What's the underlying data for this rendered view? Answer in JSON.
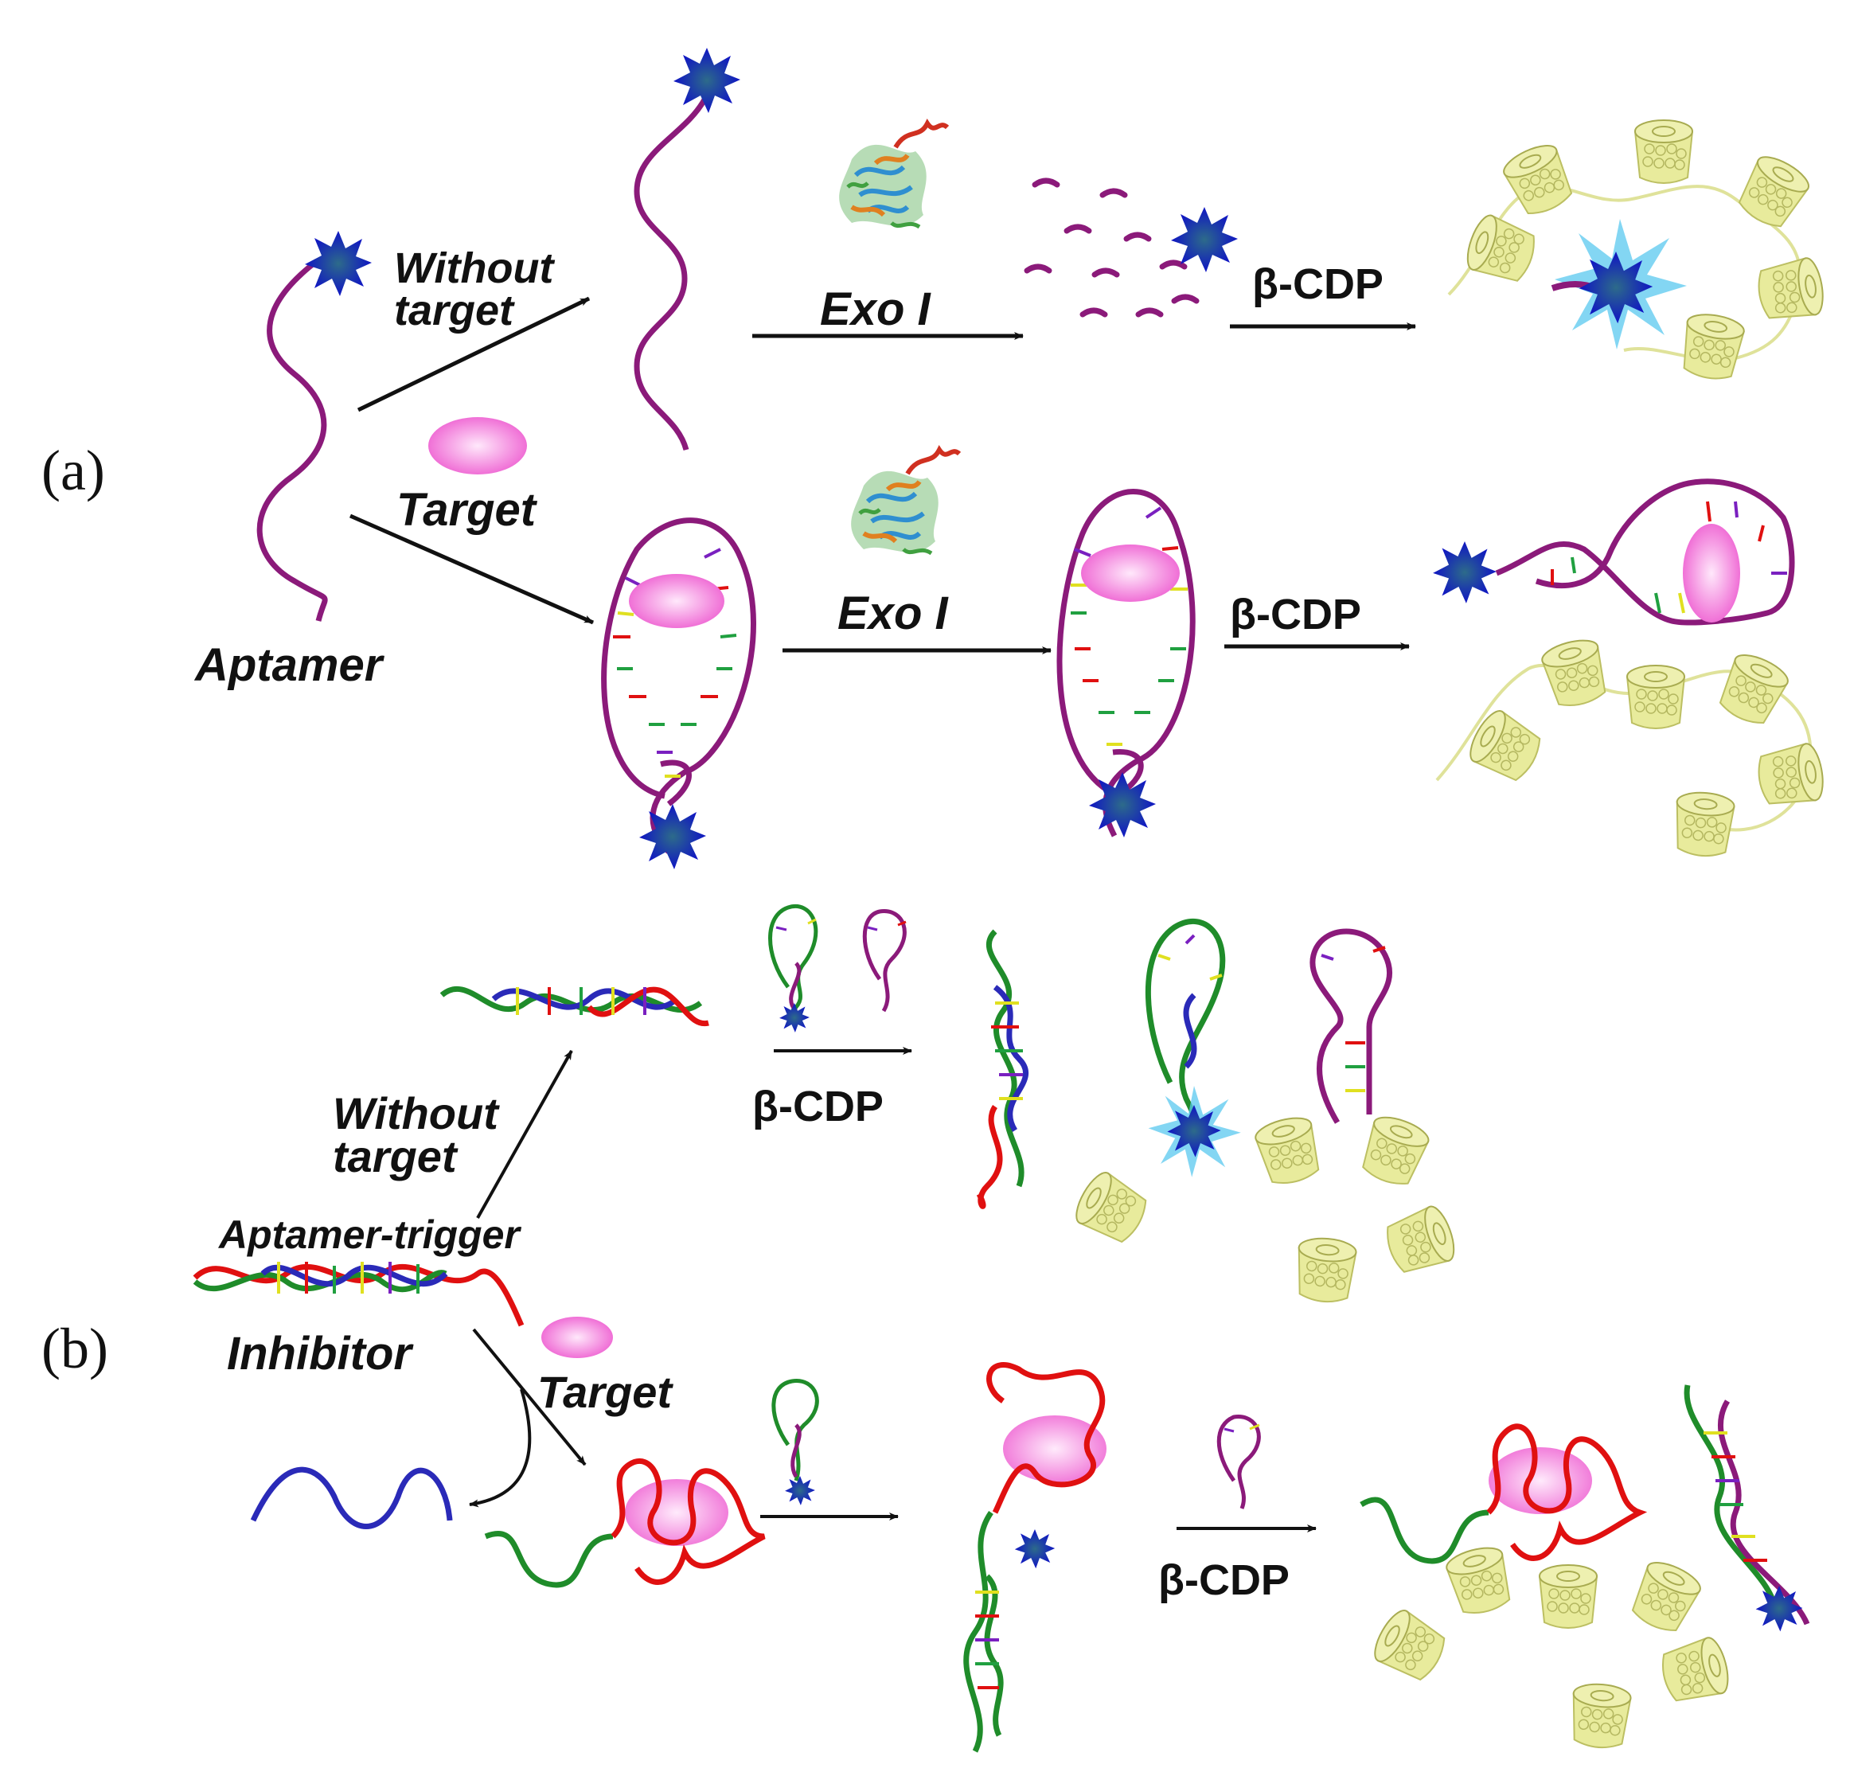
{
  "panels": {
    "a": "(a)",
    "b": "(b)"
  },
  "panel_a": {
    "without_target_line1": "Without",
    "without_target_line2": "target",
    "target": "Target",
    "aptamer": "Aptamer",
    "enzyme_top": "Exo I",
    "enzyme_bottom": "Exo I",
    "reagent_top": "β-CDP",
    "reagent_bottom": "β-CDP"
  },
  "panel_b": {
    "without_target_line1": "Without",
    "without_target_line2": "target",
    "aptamer_trigger": "Aptamer-trigger",
    "inhibitor": "Inhibitor",
    "target": "Target",
    "reagent_top": "β-CDP",
    "reagent_bottom": "β-CDP"
  },
  "colors": {
    "aptamer_strand": "#8b1a7a",
    "fluorophore": "#1010c8",
    "fluorescence_glow": "#4fc3e8",
    "target": "#f07ad8",
    "cyclodextrin": "#e7ea9a",
    "strand_green": "#1f8c2a",
    "strand_red": "#e01010",
    "strand_blue": "#2a2ab8",
    "arrow": "#111111"
  }
}
